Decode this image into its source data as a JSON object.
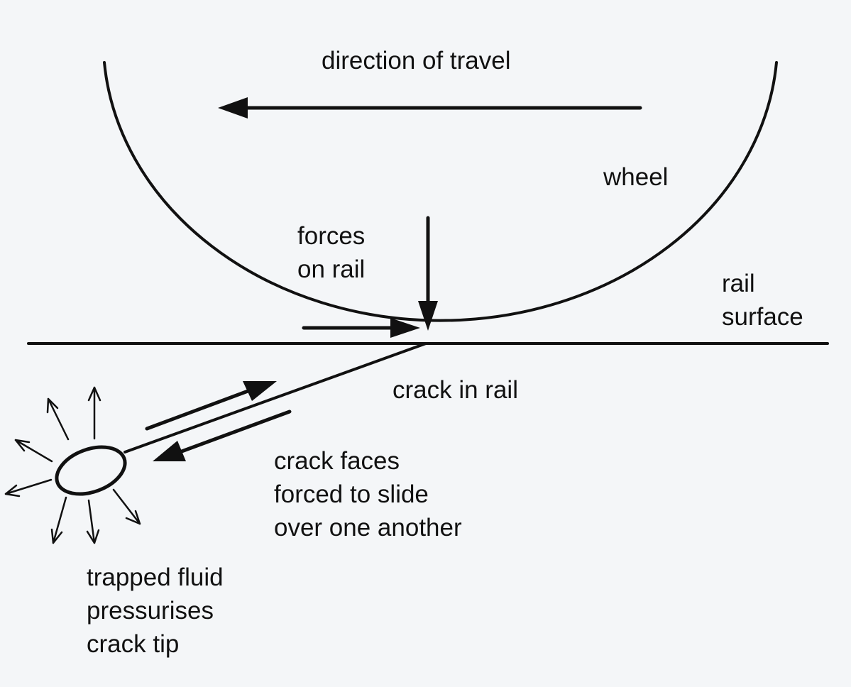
{
  "labels": {
    "direction_of_travel": "direction of travel",
    "wheel": "wheel",
    "forces_on_rail": [
      "forces",
      "on rail"
    ],
    "rail_surface": [
      "rail",
      "surface"
    ],
    "crack_in_rail": "crack in rail",
    "crack_faces": [
      "crack faces",
      "forced to slide",
      "over one another"
    ],
    "trapped_fluid": [
      "trapped fluid",
      "pressurises",
      "crack tip"
    ]
  },
  "colors": {
    "background": "#f4f6f8",
    "ink": "#111111"
  }
}
